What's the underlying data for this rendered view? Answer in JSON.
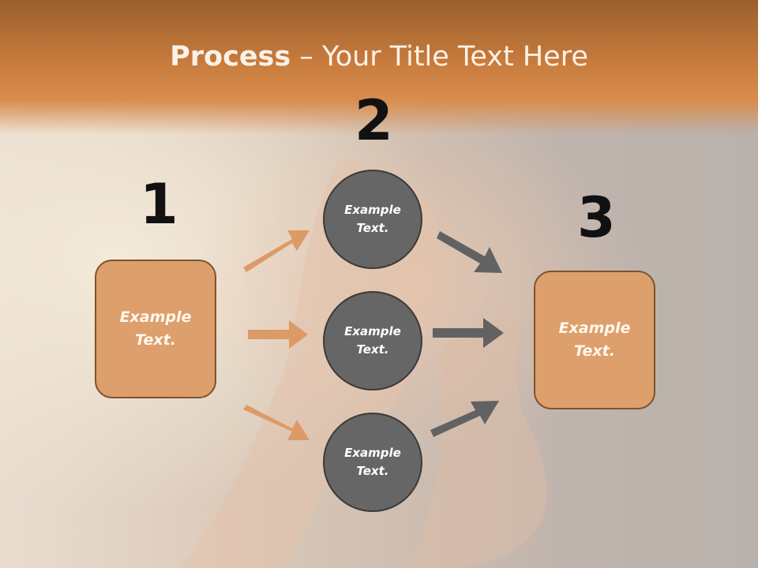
{
  "title": {
    "bold": "Process",
    "rest": " – Your Title Text Here"
  },
  "steps": [
    {
      "number": "1",
      "box_text": "Example Text."
    },
    {
      "number": "2",
      "circles": [
        "Example Text.",
        "Example Text.",
        "Example Text."
      ]
    },
    {
      "number": "3",
      "box_text": "Example Text."
    }
  ],
  "colors": {
    "accent_orange": "#dd9f6b",
    "circle_gray": "#666666",
    "arrow_orange": "#dc9a66",
    "arrow_gray": "#626262",
    "title_band": "#c67a3c"
  }
}
